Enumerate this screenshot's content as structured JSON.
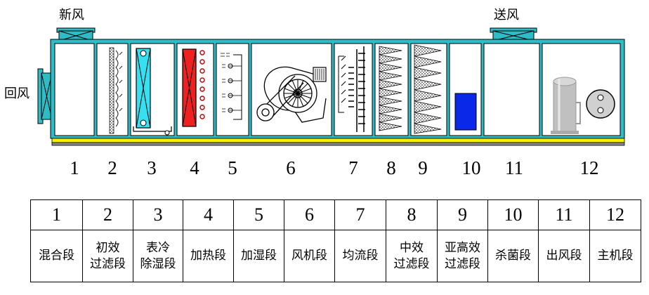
{
  "labels": {
    "fresh_air": "新风",
    "return_air": "回风",
    "supply_air": "送风"
  },
  "section_numbers": [
    "1",
    "2",
    "3",
    "4",
    "5",
    "6",
    "7",
    "8",
    "9",
    "10",
    "11",
    "12"
  ],
  "legend": {
    "numbers": [
      "1",
      "2",
      "3",
      "4",
      "5",
      "6",
      "7",
      "8",
      "9",
      "10",
      "11",
      "12"
    ],
    "names": [
      "混合段",
      "初效\n过滤段",
      "表冷\n除湿段",
      "加热段",
      "加湿段",
      "风机段",
      "均流段",
      "中效\n过滤段",
      "亚高效\n过滤段",
      "杀菌段",
      "出风段",
      "主机段"
    ]
  },
  "colors": {
    "casing": "#2fbcc4",
    "coil_cyan": "#36e0f0",
    "heater_red": "#ee2020",
    "uv_blue": "#0a28e8",
    "base_yellow": "#f4f000",
    "base_shadow": "#8a8a8a"
  }
}
